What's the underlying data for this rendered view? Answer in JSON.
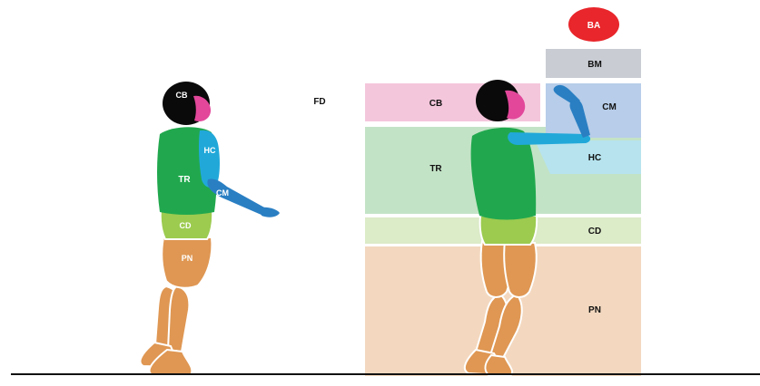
{
  "labels": {
    "ba": "BA",
    "bm": "BM",
    "cb": "CB",
    "cm": "CM",
    "hc": "HC",
    "tr": "TR",
    "cd": "CD",
    "pn": "PN",
    "fd": "FD"
  },
  "colors": {
    "ba": "#e8262b",
    "bm_zone": "#c9ccd3",
    "cb_zone": "#f4c6dc",
    "cm_zone": "#b7cde9",
    "hc_zone": "#b6e3ee",
    "tr_zone": "#c3e3c6",
    "cd_zone": "#dcebc8",
    "pn_zone": "#f3d8bf",
    "head": "#0a0a0a",
    "face": "#e2479a",
    "torso": "#21a84e",
    "arm": "#21a8d9",
    "forearm": "#2a7fc3",
    "pelvis": "#9ccb4f",
    "legs": "#df9753",
    "ground": "#111111"
  }
}
